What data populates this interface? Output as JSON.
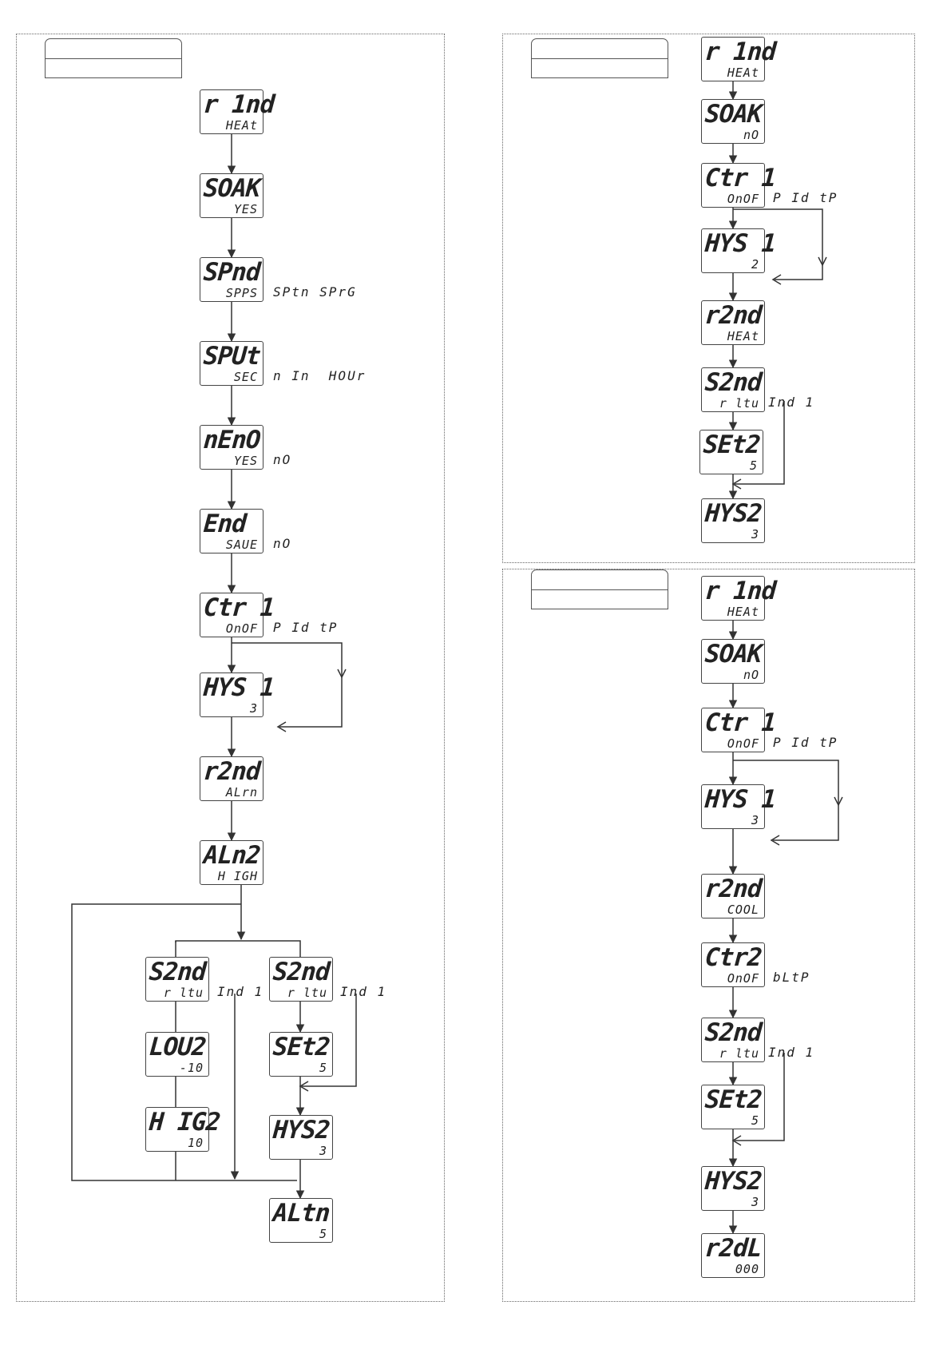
{
  "panel_a": {
    "nodes": {
      "r1nd": {
        "top": "r 1nd",
        "bottom": "HEAt"
      },
      "soak": {
        "top": "SOAK",
        "bottom": "YES"
      },
      "spnd": {
        "top": "SPnd",
        "bottom": "SPPS",
        "alt": "SPtn SPrG"
      },
      "sput": {
        "top": "SPUt",
        "bottom": "SEC",
        "alt": "n In  HOUr"
      },
      "meno": {
        "top": "nEnO",
        "bottom": "YES",
        "alt": "nO"
      },
      "end": {
        "top": "End",
        "bottom": "SAUE",
        "alt": "nO"
      },
      "ctr1": {
        "top": "Ctr 1",
        "bottom": "OnOF",
        "alt": "P Id tP"
      },
      "hys1": {
        "top": "HYS 1",
        "bottom": "3"
      },
      "r2nd": {
        "top": "r2nd",
        "bottom": "ALrn"
      },
      "alm2": {
        "top": "ALn2",
        "bottom": "H IGH"
      },
      "s2nd_l": {
        "top": "S2nd",
        "bottom": "r ltu",
        "alt": "Ind 1"
      },
      "s2nd_r": {
        "top": "S2nd",
        "bottom": "r ltu",
        "alt": "Ind 1"
      },
      "low2": {
        "top": "LOU2",
        "bottom": "-10"
      },
      "hig2": {
        "top": "H IG2",
        "bottom": "10"
      },
      "set2": {
        "top": "SEt2",
        "bottom": "5"
      },
      "hys2": {
        "top": "HYS2",
        "bottom": "3"
      },
      "altm": {
        "top": "ALtn",
        "bottom": "5"
      }
    }
  },
  "panel_b": {
    "nodes": {
      "r1nd": {
        "top": "r 1nd",
        "bottom": "HEAt"
      },
      "soak": {
        "top": "SOAK",
        "bottom": "nO"
      },
      "ctr1": {
        "top": "Ctr 1",
        "bottom": "OnOF",
        "alt": "P Id tP"
      },
      "hys1": {
        "top": "HYS 1",
        "bottom": "2"
      },
      "r2nd": {
        "top": "r2nd",
        "bottom": "HEAt"
      },
      "s2nd": {
        "top": "S2nd",
        "bottom": "r ltu",
        "alt": "Ind 1"
      },
      "set2": {
        "top": "SEt2",
        "bottom": "5"
      },
      "hys2": {
        "top": "HYS2",
        "bottom": "3"
      }
    }
  },
  "panel_c": {
    "nodes": {
      "r1nd": {
        "top": "r 1nd",
        "bottom": "HEAt"
      },
      "soak": {
        "top": "SOAK",
        "bottom": "nO"
      },
      "ctr1": {
        "top": "Ctr 1",
        "bottom": "OnOF",
        "alt": "P Id tP"
      },
      "hys1": {
        "top": "HYS 1",
        "bottom": "3"
      },
      "r2nd": {
        "top": "r2nd",
        "bottom": "COOL"
      },
      "ctr2": {
        "top": "Ctr2",
        "bottom": "OnOF",
        "alt": "bLtP"
      },
      "s2nd": {
        "top": "S2nd",
        "bottom": "r ltu",
        "alt": "Ind 1"
      },
      "set2": {
        "top": "SEt2",
        "bottom": "5"
      },
      "hys2": {
        "top": "HYS2",
        "bottom": "3"
      },
      "r2dl": {
        "top": "r2dL",
        "bottom": "000"
      }
    }
  }
}
